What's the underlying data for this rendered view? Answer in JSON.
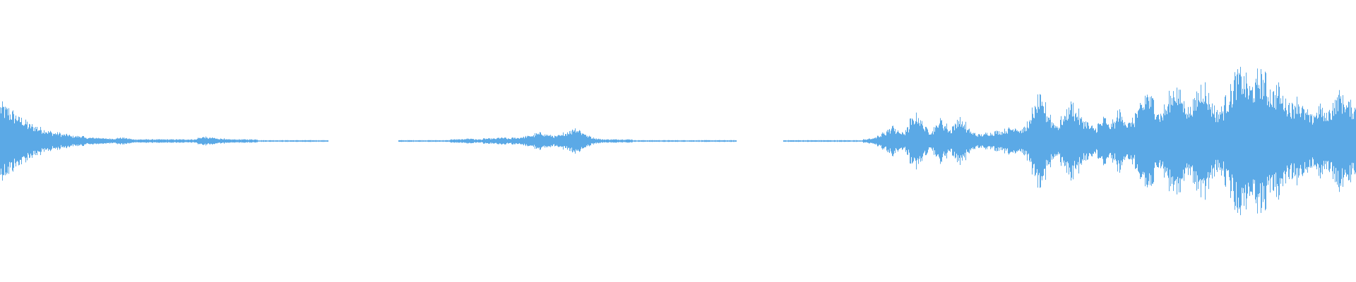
{
  "waveform": {
    "color": "#5ba9e6",
    "gaps": [
      "silence-1",
      "silence-2"
    ],
    "envelope": [
      0.22,
      0.2,
      0.18,
      0.16,
      0.14,
      0.12,
      0.1,
      0.09,
      0.08,
      0.07,
      0.06,
      0.05,
      0.05,
      0.04,
      0.04,
      0.03,
      0.03,
      0.03,
      0.02,
      0.02,
      0.02,
      0.02,
      0.015,
      0.015,
      0.015,
      0.02,
      0.02,
      0.015,
      0.01,
      0.01,
      0.01,
      0.01,
      0.01,
      0.01,
      0.01,
      0.01,
      0.01,
      0.01,
      0.01,
      0.01,
      0.01,
      0.01,
      0.02,
      0.025,
      0.02,
      0.02,
      0.015,
      0.015,
      0.01,
      0.01,
      0.01,
      0.01,
      0.01,
      0.01,
      0.01,
      0.005,
      0.005,
      0.005,
      0.005,
      0.005,
      0.005,
      0.005,
      0.005,
      0.005,
      0.005,
      0.005,
      0.005,
      0.005,
      0.005,
      0.005,
      0,
      0,
      0,
      0,
      0,
      0,
      0,
      0,
      0,
      0,
      0,
      0,
      0,
      0,
      0,
      0.005,
      0.005,
      0.005,
      0.005,
      0.005,
      0.005,
      0.005,
      0.005,
      0.005,
      0.005,
      0.005,
      0.01,
      0.01,
      0.01,
      0.015,
      0.015,
      0.01,
      0.01,
      0.015,
      0.015,
      0.015,
      0.02,
      0.02,
      0.015,
      0.02,
      0.02,
      0.025,
      0.03,
      0.035,
      0.045,
      0.05,
      0.04,
      0.035,
      0.03,
      0.035,
      0.05,
      0.06,
      0.08,
      0.07,
      0.05,
      0.03,
      0.02,
      0.015,
      0.01,
      0.01,
      0.01,
      0.01,
      0.01,
      0.01,
      0.01,
      0.005,
      0.005,
      0.005,
      0.005,
      0.005,
      0.005,
      0.005,
      0.005,
      0.005,
      0.005,
      0.005,
      0.005,
      0.005,
      0.005,
      0.005,
      0.005,
      0.005,
      0.005,
      0.005,
      0.005,
      0.005,
      0.005,
      0,
      0,
      0,
      0,
      0,
      0,
      0,
      0,
      0,
      0,
      0.005,
      0.005,
      0.005,
      0.005,
      0.005,
      0.005,
      0.005,
      0.005,
      0.005,
      0.005,
      0.005,
      0.005,
      0.005,
      0.005,
      0.005,
      0.005,
      0.005,
      0.01,
      0.015,
      0.02,
      0.03,
      0.05,
      0.07,
      0.09,
      0.06,
      0.05,
      0.08,
      0.13,
      0.16,
      0.12,
      0.08,
      0.06,
      0.09,
      0.13,
      0.1,
      0.07,
      0.1,
      0.14,
      0.11,
      0.07,
      0.05,
      0.04,
      0.04,
      0.05,
      0.05,
      0.06,
      0.06,
      0.07,
      0.08,
      0.09,
      0.07,
      0.08,
      0.12,
      0.2,
      0.26,
      0.22,
      0.17,
      0.12,
      0.1,
      0.14,
      0.19,
      0.23,
      0.18,
      0.14,
      0.12,
      0.09,
      0.08,
      0.11,
      0.14,
      0.1,
      0.12,
      0.18,
      0.15,
      0.11,
      0.13,
      0.18,
      0.23,
      0.3,
      0.26,
      0.21,
      0.17,
      0.21,
      0.28,
      0.33,
      0.29,
      0.24,
      0.2,
      0.24,
      0.3,
      0.35,
      0.28,
      0.22,
      0.18,
      0.2,
      0.26,
      0.32,
      0.4,
      0.42,
      0.38,
      0.33,
      0.35,
      0.41,
      0.39,
      0.32,
      0.3,
      0.33,
      0.27,
      0.24,
      0.22,
      0.26,
      0.21,
      0.18,
      0.15,
      0.18,
      0.21,
      0.16,
      0.19,
      0.24,
      0.29,
      0.26,
      0.23,
      0.21
    ]
  }
}
